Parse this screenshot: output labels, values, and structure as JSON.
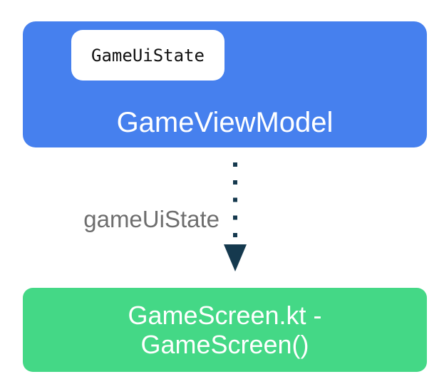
{
  "diagram": {
    "background_color": "#ffffff",
    "viewmodel_box": {
      "label": "GameViewModel",
      "color": "#4680ee",
      "text_color": "#ffffff",
      "chip": {
        "label": "GameUiState",
        "color": "#ffffff",
        "text_color": "#111111"
      }
    },
    "arrow": {
      "label": "gameUiState",
      "label_color": "#6e6e6e",
      "color": "#15394e",
      "style": "dotted",
      "direction": "down"
    },
    "screen_box": {
      "label_line1": "GameScreen.kt -",
      "label_line2": "GameScreen()",
      "color": "#44d886",
      "text_color": "#ffffff"
    }
  }
}
